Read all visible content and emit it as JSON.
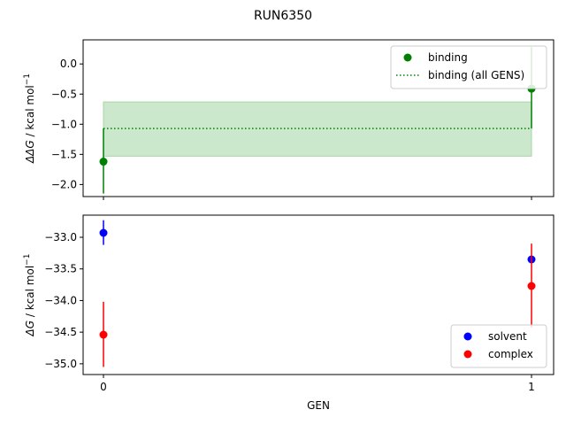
{
  "chart_data": {
    "title": "RUN6350",
    "xlabel": "GEN",
    "x_ticks": [
      0,
      1
    ],
    "panels": [
      {
        "ylabel_main": "ΔΔG",
        "ylabel_unit": " / kcal mol",
        "ylabel_exp": "−1",
        "ylim": [
          -2.2,
          0.4
        ],
        "y_ticks": [
          0.0,
          -0.5,
          -1.0,
          -1.5,
          -2.0
        ],
        "y_tick_labels": [
          "0.0",
          "−0.5",
          "−1.0",
          "−1.5",
          "−2.0"
        ],
        "series": [
          {
            "name": "binding",
            "type": "scatter",
            "color": "#008000",
            "x": [
              0,
              1
            ],
            "y": [
              -1.62,
              -0.41
            ],
            "yerr_low": [
              -2.15,
              -1.07
            ],
            "yerr_high": [
              -1.07,
              0.28
            ]
          }
        ],
        "band": {
          "name": "binding (all GENS)",
          "x": [
            0,
            1
          ],
          "mean": -1.07,
          "low": -1.53,
          "high": -0.63,
          "color": "#008000",
          "fill": "#cce8cc"
        },
        "legend": {
          "position": "top-right",
          "entries": [
            {
              "label": "binding",
              "marker": "dot",
              "color": "#008000"
            },
            {
              "label": "binding (all GENS)",
              "marker": "dotted-line",
              "color": "#008000"
            }
          ]
        }
      },
      {
        "ylabel_main": "ΔG",
        "ylabel_unit": " / kcal mol",
        "ylabel_exp": "−1",
        "ylim": [
          -35.17,
          -32.65
        ],
        "y_ticks": [
          -33.0,
          -33.5,
          -34.0,
          -34.5,
          -35.0
        ],
        "y_tick_labels": [
          "−33.0",
          "−33.5",
          "−34.0",
          "−34.5",
          "−35.0"
        ],
        "series": [
          {
            "name": "solvent",
            "type": "scatter",
            "color": "#0000ff",
            "x": [
              0,
              1
            ],
            "y": [
              -32.93,
              -33.35
            ],
            "yerr_low": [
              -33.12,
              -33.35
            ],
            "yerr_high": [
              -32.73,
              -33.35
            ]
          },
          {
            "name": "complex",
            "type": "scatter",
            "color": "#ff0000",
            "x": [
              0,
              1
            ],
            "y": [
              -34.54,
              -33.77
            ],
            "yerr_low": [
              -35.05,
              -34.43
            ],
            "yerr_high": [
              -34.02,
              -33.1
            ]
          }
        ],
        "legend": {
          "position": "lower-right",
          "entries": [
            {
              "label": "solvent",
              "marker": "dot",
              "color": "#0000ff"
            },
            {
              "label": "complex",
              "marker": "dot",
              "color": "#ff0000"
            }
          ]
        }
      }
    ]
  }
}
